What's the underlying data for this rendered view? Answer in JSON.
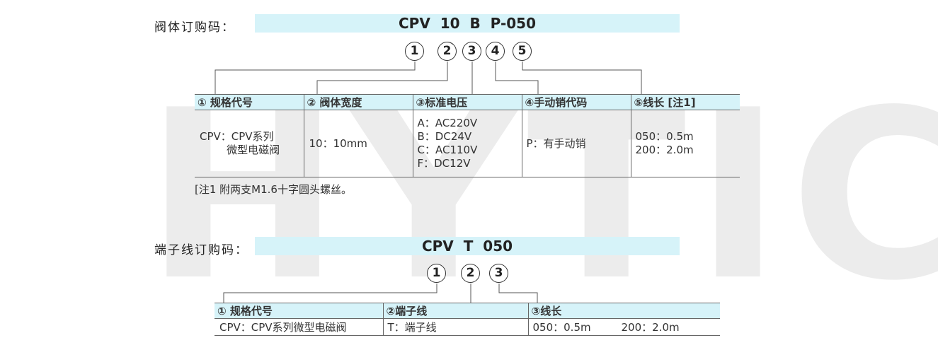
{
  "watermark": "HYTIC",
  "section1": {
    "label": "阀体订购码：",
    "code": "CPV  10  B  P-050",
    "circles": [
      "1",
      "2",
      "3",
      "4",
      "5"
    ],
    "headers": [
      "① 规格代号",
      "② 阀体宽度",
      "③标准电压",
      "④手动销代码",
      "⑤线长 [注1]"
    ],
    "cells": [
      [
        "CPV：CPV系列",
        "        微型电磁阀"
      ],
      [
        "10：10mm"
      ],
      [
        "A：AC220V",
        "B：DC24V",
        "C：AC110V",
        "F：DC12V"
      ],
      [
        "P：有手动销"
      ],
      [
        "050：0.5m",
        "200：2.0m"
      ]
    ],
    "note": "[注1 附两支M1.6十字圆头螺丝。"
  },
  "section2": {
    "label": "端子线订购码：",
    "code": "CPV  T  050",
    "circles": [
      "1",
      "2",
      "3"
    ],
    "headers": [
      "① 规格代号",
      "②端子线",
      "③线长"
    ],
    "cells": [
      "CPV：CPV系列微型电磁阀",
      "T：端子线",
      "050：0.5m         200：2.0m"
    ]
  }
}
